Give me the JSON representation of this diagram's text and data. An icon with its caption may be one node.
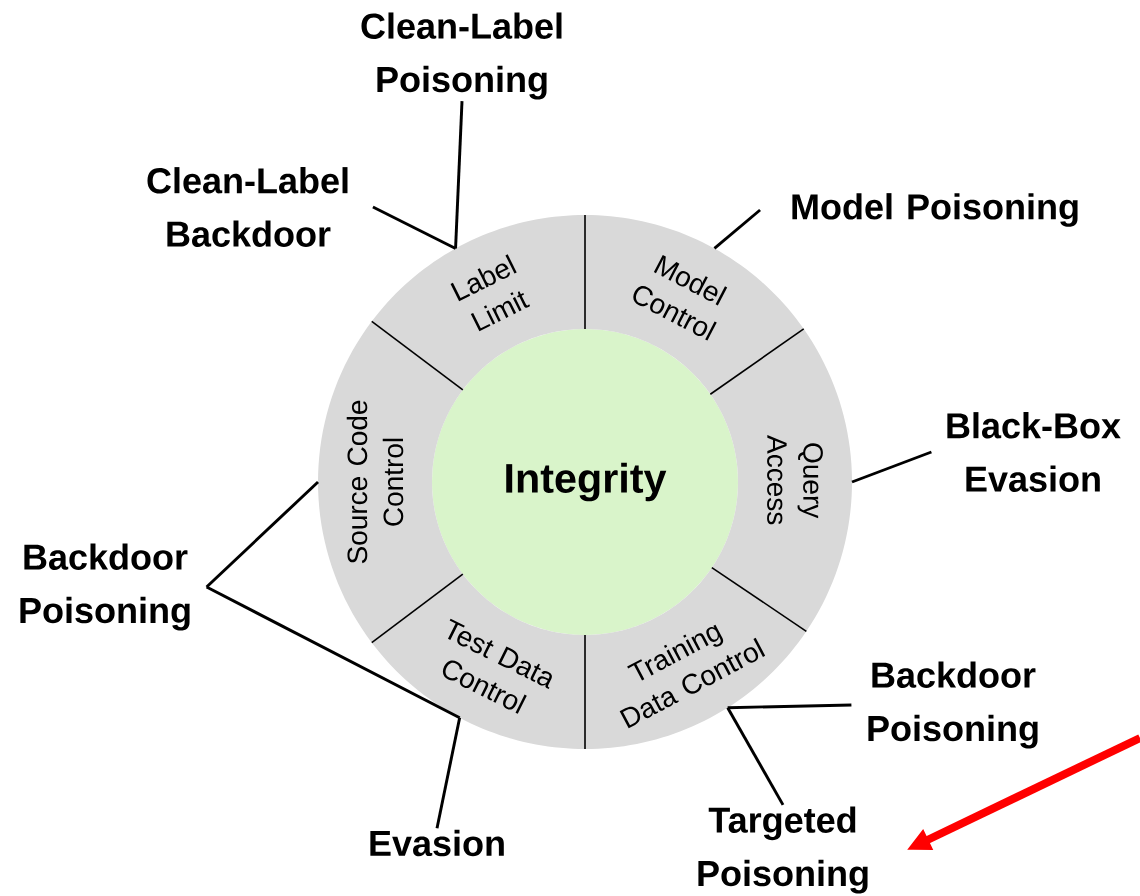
{
  "diagram": {
    "nodes": [
      {
        "text": [
          "Integrity"
        ]
      },
      {
        "text": [
          "Label Limit"
        ]
      },
      {
        "text": [
          "Model Control"
        ]
      },
      {
        "text": [
          "Query Access"
        ]
      },
      {
        "text": [
          "Training Data Control"
        ]
      },
      {
        "text": [
          "Test Data Control"
        ]
      },
      {
        "text": [
          "Source Code Control"
        ]
      },
      {
        "text": [
          "Clean-Label Poisoning"
        ]
      },
      {
        "text": [
          "Clean-Label Backdoor"
        ]
      },
      {
        "text": [
          "Model Poisoning"
        ]
      },
      {
        "text": [
          "Black-Box Evasion"
        ]
      },
      {
        "text": [
          "Backdoor Poisoning"
        ]
      },
      {
        "text": [
          "Backdoor Poisoning"
        ]
      },
      {
        "text": [
          "Evasion"
        ]
      },
      {
        "text": [
          "Targeted Poisoning"
        ]
      }
    ],
    "edges": [
      {
        "from": 7,
        "to": 1,
        "arrow": "none"
      },
      {
        "from": 8,
        "to": 1,
        "arrow": "none"
      },
      {
        "from": 9,
        "to": 2,
        "arrow": "none"
      },
      {
        "from": 10,
        "to": 3,
        "arrow": "none"
      },
      {
        "from": 11,
        "to": 6,
        "arrow": "none"
      },
      {
        "from": 11,
        "to": 5,
        "arrow": "none"
      },
      {
        "from": 13,
        "to": 5,
        "arrow": "none"
      },
      {
        "from": 12,
        "to": 4,
        "arrow": "none"
      },
      {
        "from": 14,
        "to": 4,
        "arrow": "none"
      },
      {
        "from": null,
        "to": 14,
        "arrow": "to",
        "style": "thick",
        "color": "#ff0000"
      }
    ]
  }
}
